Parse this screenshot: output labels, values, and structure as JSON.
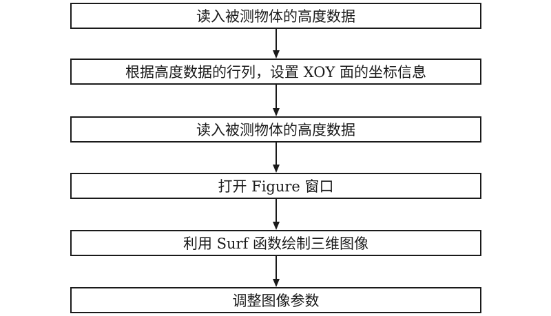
{
  "flowchart": {
    "steps": [
      "读入被测物体的高度数据",
      "根据高度数据的行列，设置 XOY 面的坐标信息",
      "读入被测物体的高度数据",
      "打开 Figure 窗口",
      "利用 Surf  函数绘制三维图像",
      "调整图像参数"
    ]
  }
}
